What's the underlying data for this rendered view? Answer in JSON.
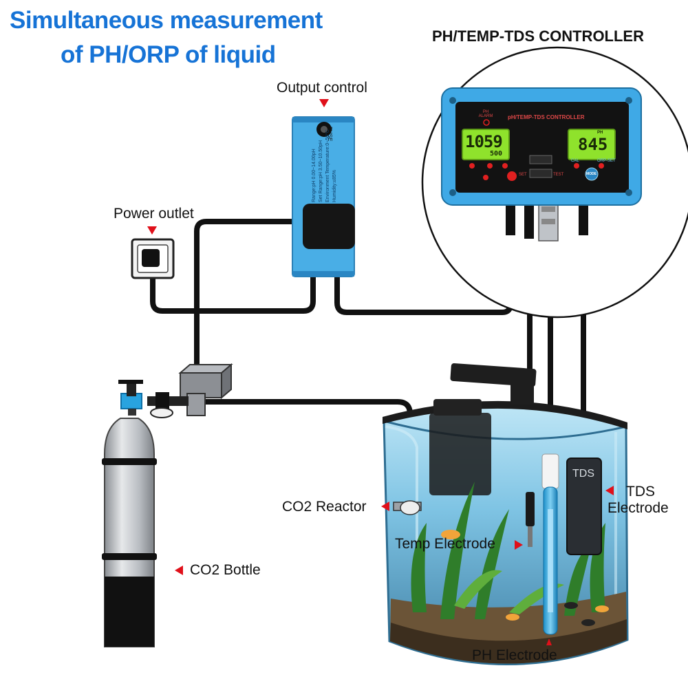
{
  "headline": {
    "line1": "Simultaneous measurement",
    "line2": "of PH/ORP of liquid"
  },
  "controller": {
    "title": "PH/TEMP-TDS CONTROLLER",
    "panel_label": "pH/TEMP-TDS CONTROLLER",
    "alarm_label": "PH ALARM",
    "left_display_main": "1059",
    "left_display_sub": "500",
    "right_display_main": "845",
    "right_display_tag": "PH",
    "button_labels": [
      "CAL",
      "ORP-SET",
      "SET",
      "TEST",
      "MODE"
    ]
  },
  "output_box": {
    "fuse_label": "FUSE",
    "spec_lines": [
      "Range:pH 0.00~14.00pH",
      "Set Range:pH 3.50~10.50pH",
      "Environment Temperature:0~50°C",
      "Humidity:≤85%"
    ]
  },
  "labels": {
    "output_control": "Output control",
    "power_outlet": "Power outlet",
    "co2_reactor": "CO2 Reactor",
    "co2_bottle": "CO2 Bottle",
    "temp_electrode": "Temp Electrode",
    "ph_electrode": "PH Electrode",
    "tds_electrode_line1": "TDS",
    "tds_electrode_line2": "Electrode",
    "tds_probe_text": "TDS"
  },
  "colors": {
    "headline": "#1673d6",
    "controller_body": "#3fa9e6",
    "output_box": "#49aee6",
    "cable": "#111111",
    "marker_arrow": "#e0101a",
    "lcd_green": "#8fe22c",
    "co2_bottle_silver": "#c9ccd0",
    "water": "#8fd0ec"
  }
}
